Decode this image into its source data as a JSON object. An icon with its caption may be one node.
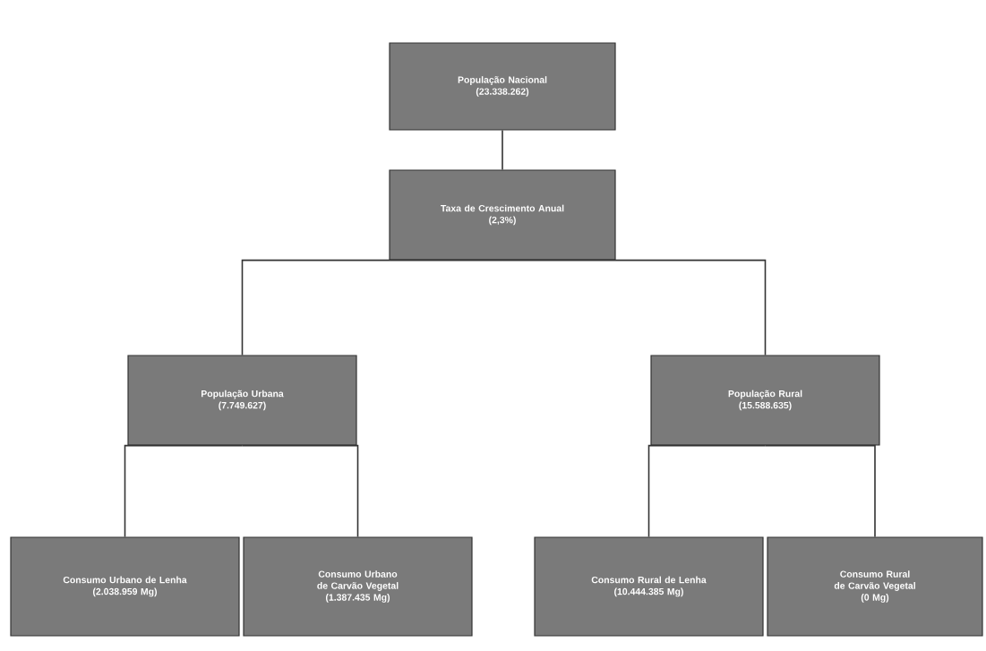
{
  "diagram": {
    "nodes": [
      {
        "text": [
          "População Nacional",
          "(23.338.262)"
        ]
      },
      {
        "text": [
          "Taxa de Crescimento Anual",
          "(2,3%)"
        ]
      },
      {
        "text": [
          "População Urbana",
          "(7.749.627)"
        ]
      },
      {
        "text": [
          "População Rural",
          "(15.588.635)"
        ]
      },
      {
        "text": [
          "Consumo Urbano de Lenha",
          "(2.038.959 Mg)"
        ]
      },
      {
        "text": [
          "Consumo Urbano de Carvão Vegetal",
          "(1.387.435 Mg)"
        ]
      },
      {
        "text": [
          "Consumo Rural de Lenha",
          "(10.444.385 Mg)"
        ]
      },
      {
        "text": [
          "Consumo Rural de Carvão Vegetal",
          "(0 Mg)"
        ]
      }
    ],
    "edges": [
      {
        "from": 0,
        "to": 1,
        "arrow": "none"
      },
      {
        "from": 1,
        "to": 2,
        "arrow": "none"
      },
      {
        "from": 1,
        "to": 3,
        "arrow": "none"
      },
      {
        "from": 2,
        "to": 4,
        "arrow": "none"
      },
      {
        "from": 2,
        "to": 5,
        "arrow": "none"
      },
      {
        "from": 3,
        "to": 6,
        "arrow": "none"
      },
      {
        "from": 3,
        "to": 7,
        "arrow": "none"
      }
    ]
  }
}
